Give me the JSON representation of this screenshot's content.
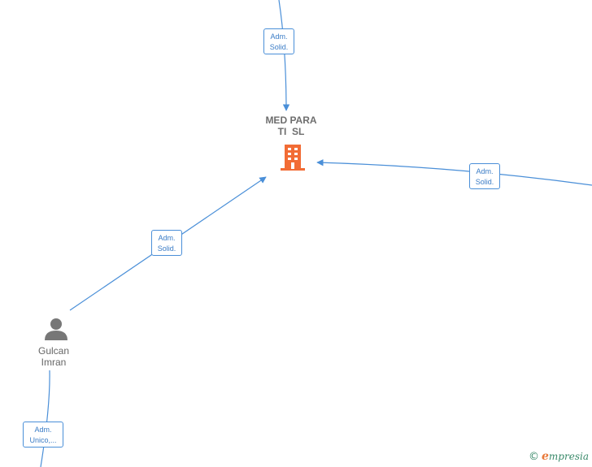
{
  "company": {
    "name_line1": "MED PARA",
    "name_line2": "TI  SL"
  },
  "person": {
    "name_line1": "Gulcan",
    "name_line2": "Imran"
  },
  "edges": [
    {
      "line1": "Adm.",
      "line2": "Solid."
    },
    {
      "line1": "Adm.",
      "line2": "Solid."
    },
    {
      "line1": "Adm.",
      "line2": "Solid."
    },
    {
      "line1": "Adm.",
      "line2": "Unico,..."
    }
  ],
  "brand": {
    "copyright": "©",
    "initial": "e",
    "rest": "mpresia"
  },
  "colors": {
    "edge": "#4a8fd8",
    "company_icon": "#f26c35",
    "person_icon": "#777777"
  }
}
